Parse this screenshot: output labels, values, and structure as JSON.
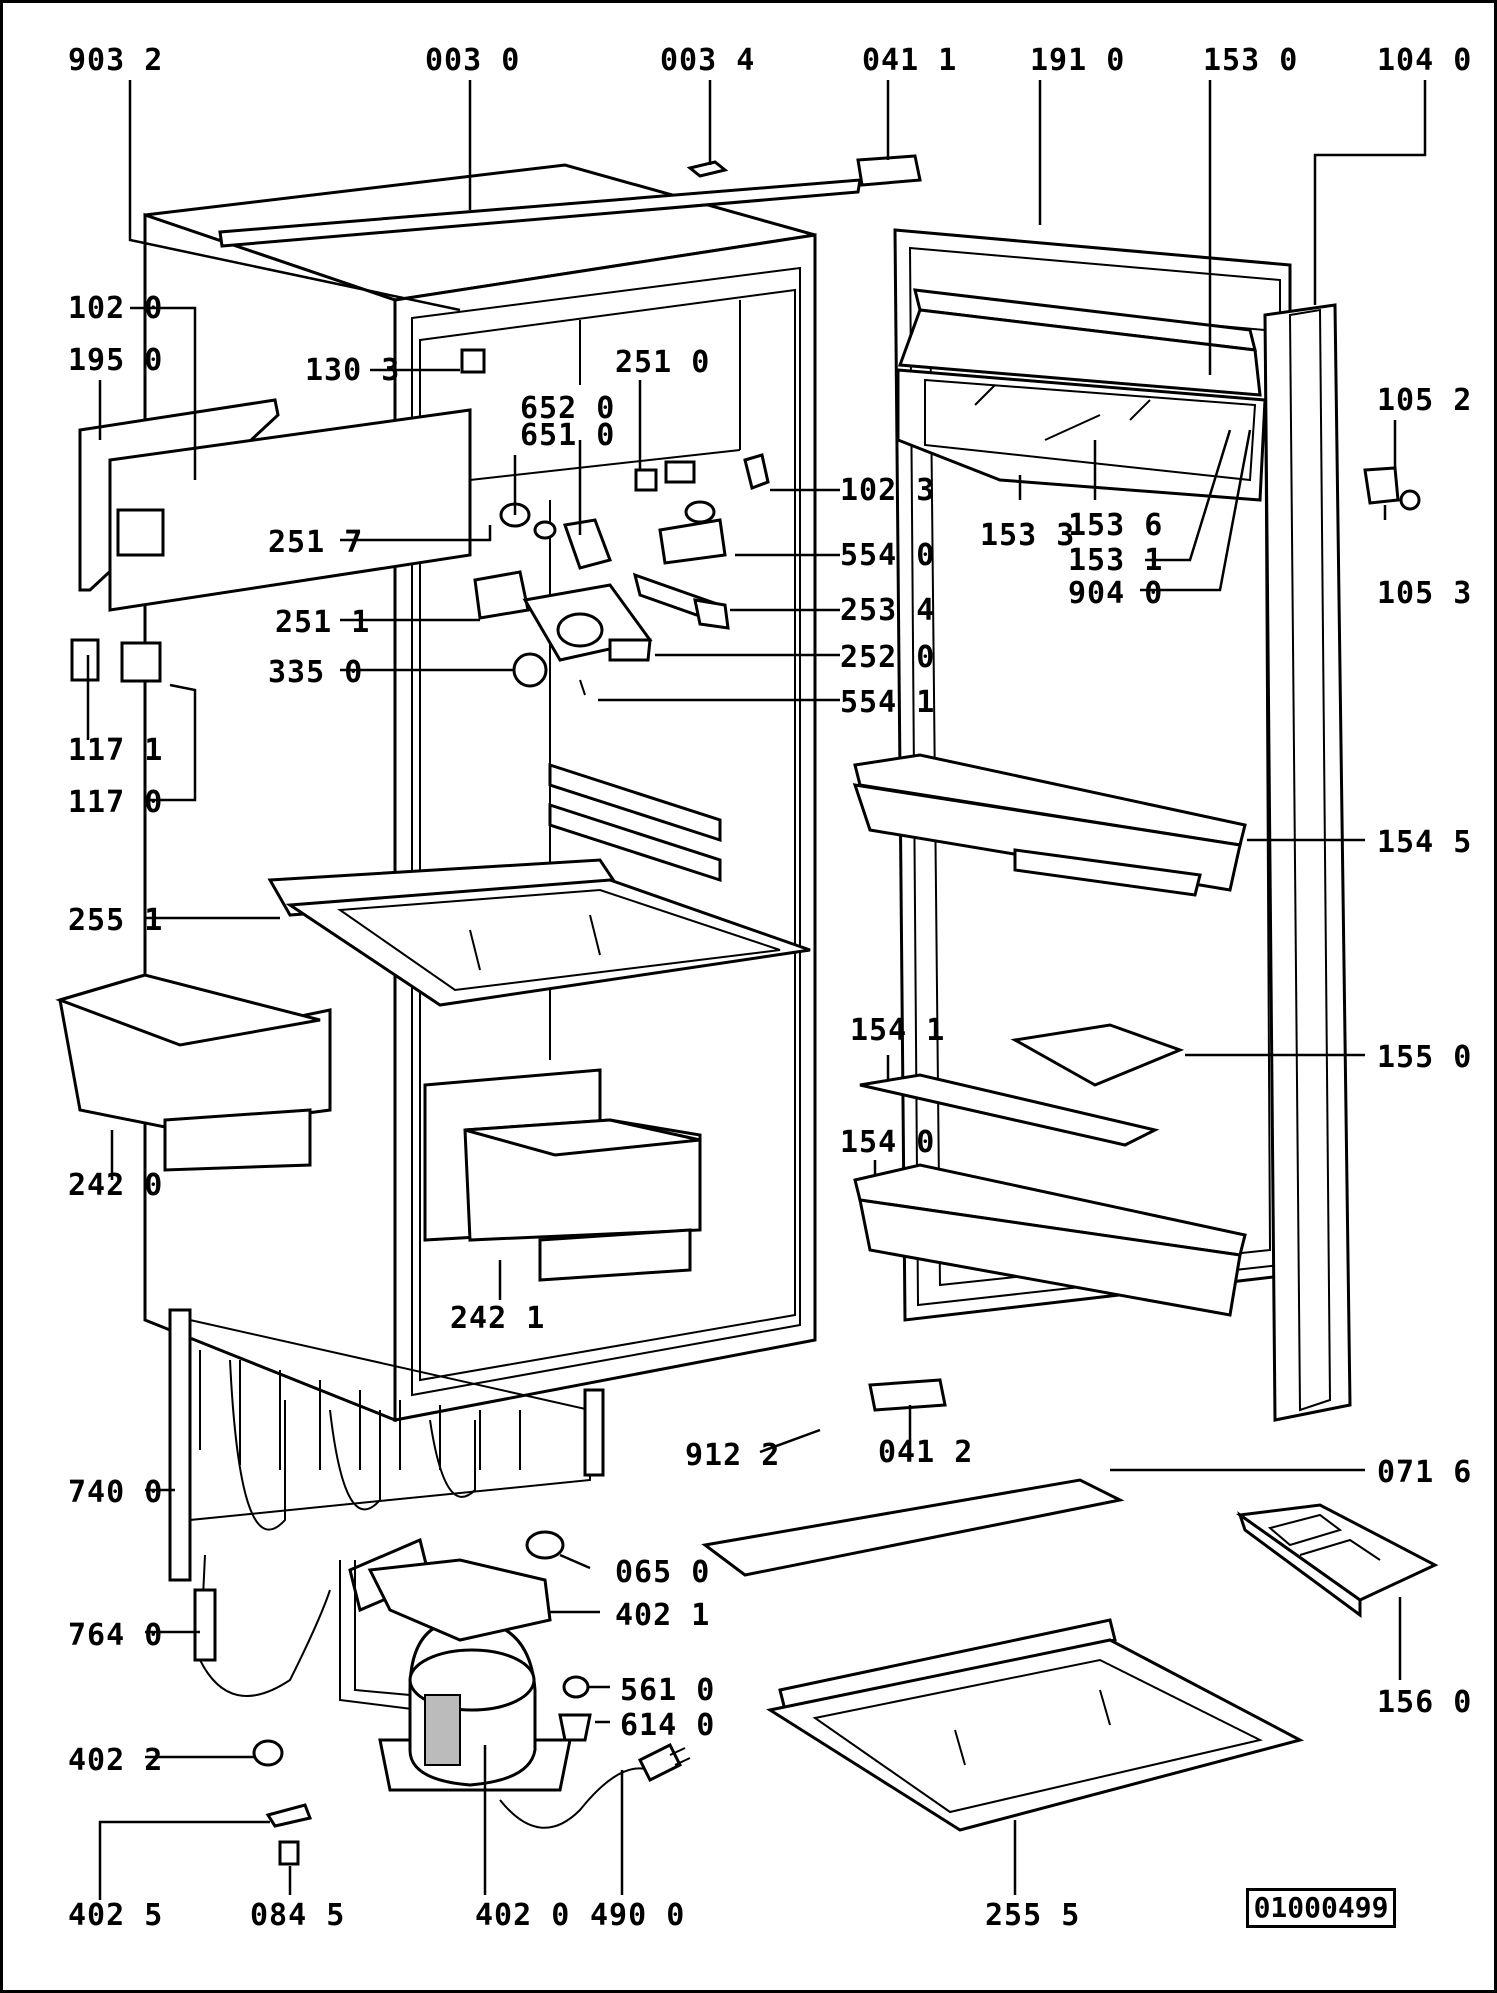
{
  "diagram": {
    "document_number": "01000499",
    "part_labels": {
      "p9032": "903 2",
      "p0030": "003 0",
      "p0034": "003 4",
      "p0411": "041 1",
      "p1910": "191 0",
      "p1530": "153 0",
      "p1040": "104 0",
      "p1020": "102 0",
      "p1950": "195 0",
      "p1303": "130 3",
      "p2510": "251 0",
      "p6520": "652 0",
      "p6510": "651 0",
      "p1023": "102 3",
      "p1052": "105 2",
      "p2517": "251 7",
      "p5540": "554 0",
      "p1533": "153 3",
      "p1536": "153 6",
      "p1531": "153 1",
      "p9040": "904 0",
      "p1053": "105 3",
      "p2511": "251 1",
      "p2534": "253 4",
      "p3350": "335 0",
      "p2520": "252 0",
      "p5541": "554 1",
      "p1171": "117 1",
      "p1170": "117 0",
      "p1545": "154 5",
      "p2551": "255 1",
      "p1541": "154 1",
      "p1550": "155 0",
      "p2420": "242 0",
      "p1540": "154 0",
      "p2421": "242 1",
      "p9122": "912 2",
      "p0412": "041 2",
      "p7400": "740 0",
      "p0716": "071 6",
      "p0650": "065 0",
      "p4021": "402 1",
      "p7640": "764 0",
      "p5610": "561 0",
      "p6140": "614 0",
      "p4022": "402 2",
      "p1560": "156 0",
      "p4025": "402 5",
      "p0845": "084 5",
      "p4020": "402 0",
      "p4900": "490 0",
      "p2555": "255 5"
    }
  }
}
